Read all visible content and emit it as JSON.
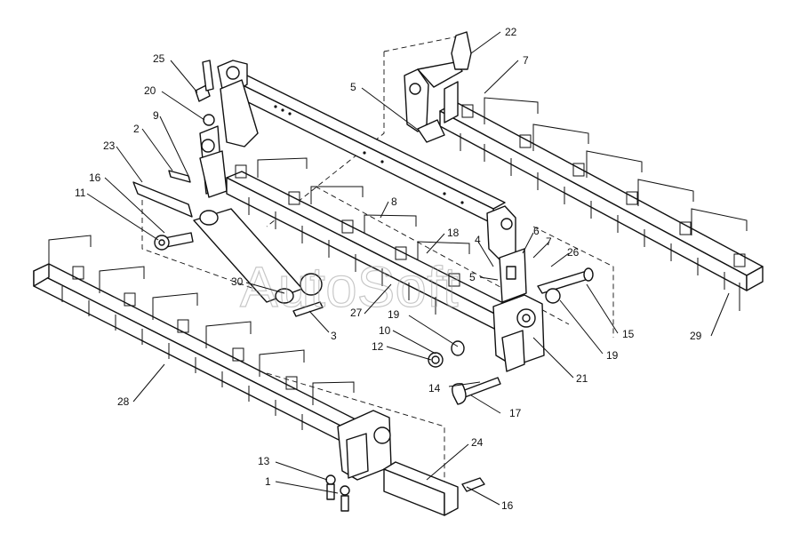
{
  "watermark": "AutoSoft",
  "callouts": [
    {
      "id": "c25",
      "label": "25"
    },
    {
      "id": "c20",
      "label": "20"
    },
    {
      "id": "c9",
      "label": "9"
    },
    {
      "id": "c2",
      "label": "2"
    },
    {
      "id": "c23",
      "label": "23"
    },
    {
      "id": "c16a",
      "label": "16"
    },
    {
      "id": "c11",
      "label": "11"
    },
    {
      "id": "c30",
      "label": "30"
    },
    {
      "id": "c3",
      "label": "3"
    },
    {
      "id": "c27",
      "label": "27"
    },
    {
      "id": "c8",
      "label": "8"
    },
    {
      "id": "c18",
      "label": "18"
    },
    {
      "id": "c4",
      "label": "4"
    },
    {
      "id": "c5b",
      "label": "5"
    },
    {
      "id": "c6",
      "label": "6"
    },
    {
      "id": "c7b",
      "label": "7"
    },
    {
      "id": "c26",
      "label": "26"
    },
    {
      "id": "c19a",
      "label": "19"
    },
    {
      "id": "c10",
      "label": "10"
    },
    {
      "id": "c12",
      "label": "12"
    },
    {
      "id": "c14",
      "label": "14"
    },
    {
      "id": "c17",
      "label": "17"
    },
    {
      "id": "c21",
      "label": "21"
    },
    {
      "id": "c15",
      "label": "15"
    },
    {
      "id": "c19b",
      "label": "19"
    },
    {
      "id": "c29",
      "label": "29"
    },
    {
      "id": "c22",
      "label": "22"
    },
    {
      "id": "c7a",
      "label": "7"
    },
    {
      "id": "c5a",
      "label": "5"
    },
    {
      "id": "c28",
      "label": "28"
    },
    {
      "id": "c24",
      "label": "24"
    },
    {
      "id": "c13",
      "label": "13"
    },
    {
      "id": "c1",
      "label": "1"
    },
    {
      "id": "c16b",
      "label": "16"
    }
  ]
}
